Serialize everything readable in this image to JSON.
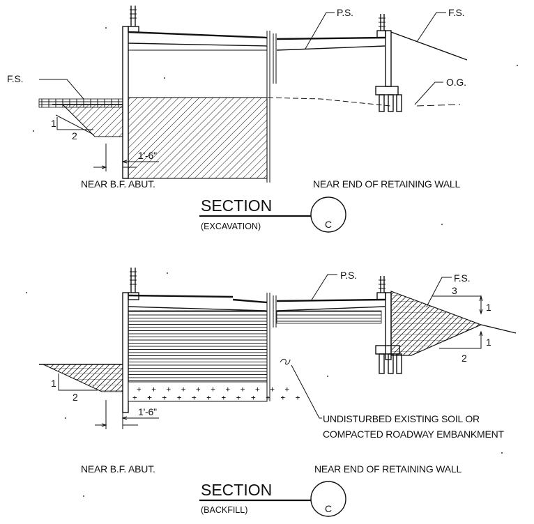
{
  "excavation": {
    "labels": {
      "fs_left": "F.S.",
      "ps": "P.S.",
      "fs_right": "F.S.",
      "og": "O.G.",
      "slope_rise": "1",
      "slope_run": "2",
      "dim": "1'-6\"",
      "near_bf": "NEAR B.F. ABUT.",
      "near_end": "NEAR END OF RETAINING WALL"
    },
    "title": "SECTION",
    "subtitle": "(EXCAVATION)",
    "marker": "C"
  },
  "backfill": {
    "labels": {
      "ps": "P.S.",
      "fs": "F.S.",
      "slope_run_right": "3",
      "slope_rise_right_top": "1",
      "slope_rise_right_bottom": "1",
      "slope_run_right_bottom": "2",
      "slope_rise_left": "1",
      "slope_run_left": "2",
      "dim": "1'-6\"",
      "undisturbed_line1": "UNDISTURBED EXISTING SOIL OR",
      "undisturbed_line2": "COMPACTED ROADWAY EMBANKMENT",
      "near_bf": "NEAR B.F. ABUT.",
      "near_end": "NEAR END OF RETAINING WALL"
    },
    "title": "SECTION",
    "subtitle": "(BACKFILL)",
    "marker": "C"
  }
}
